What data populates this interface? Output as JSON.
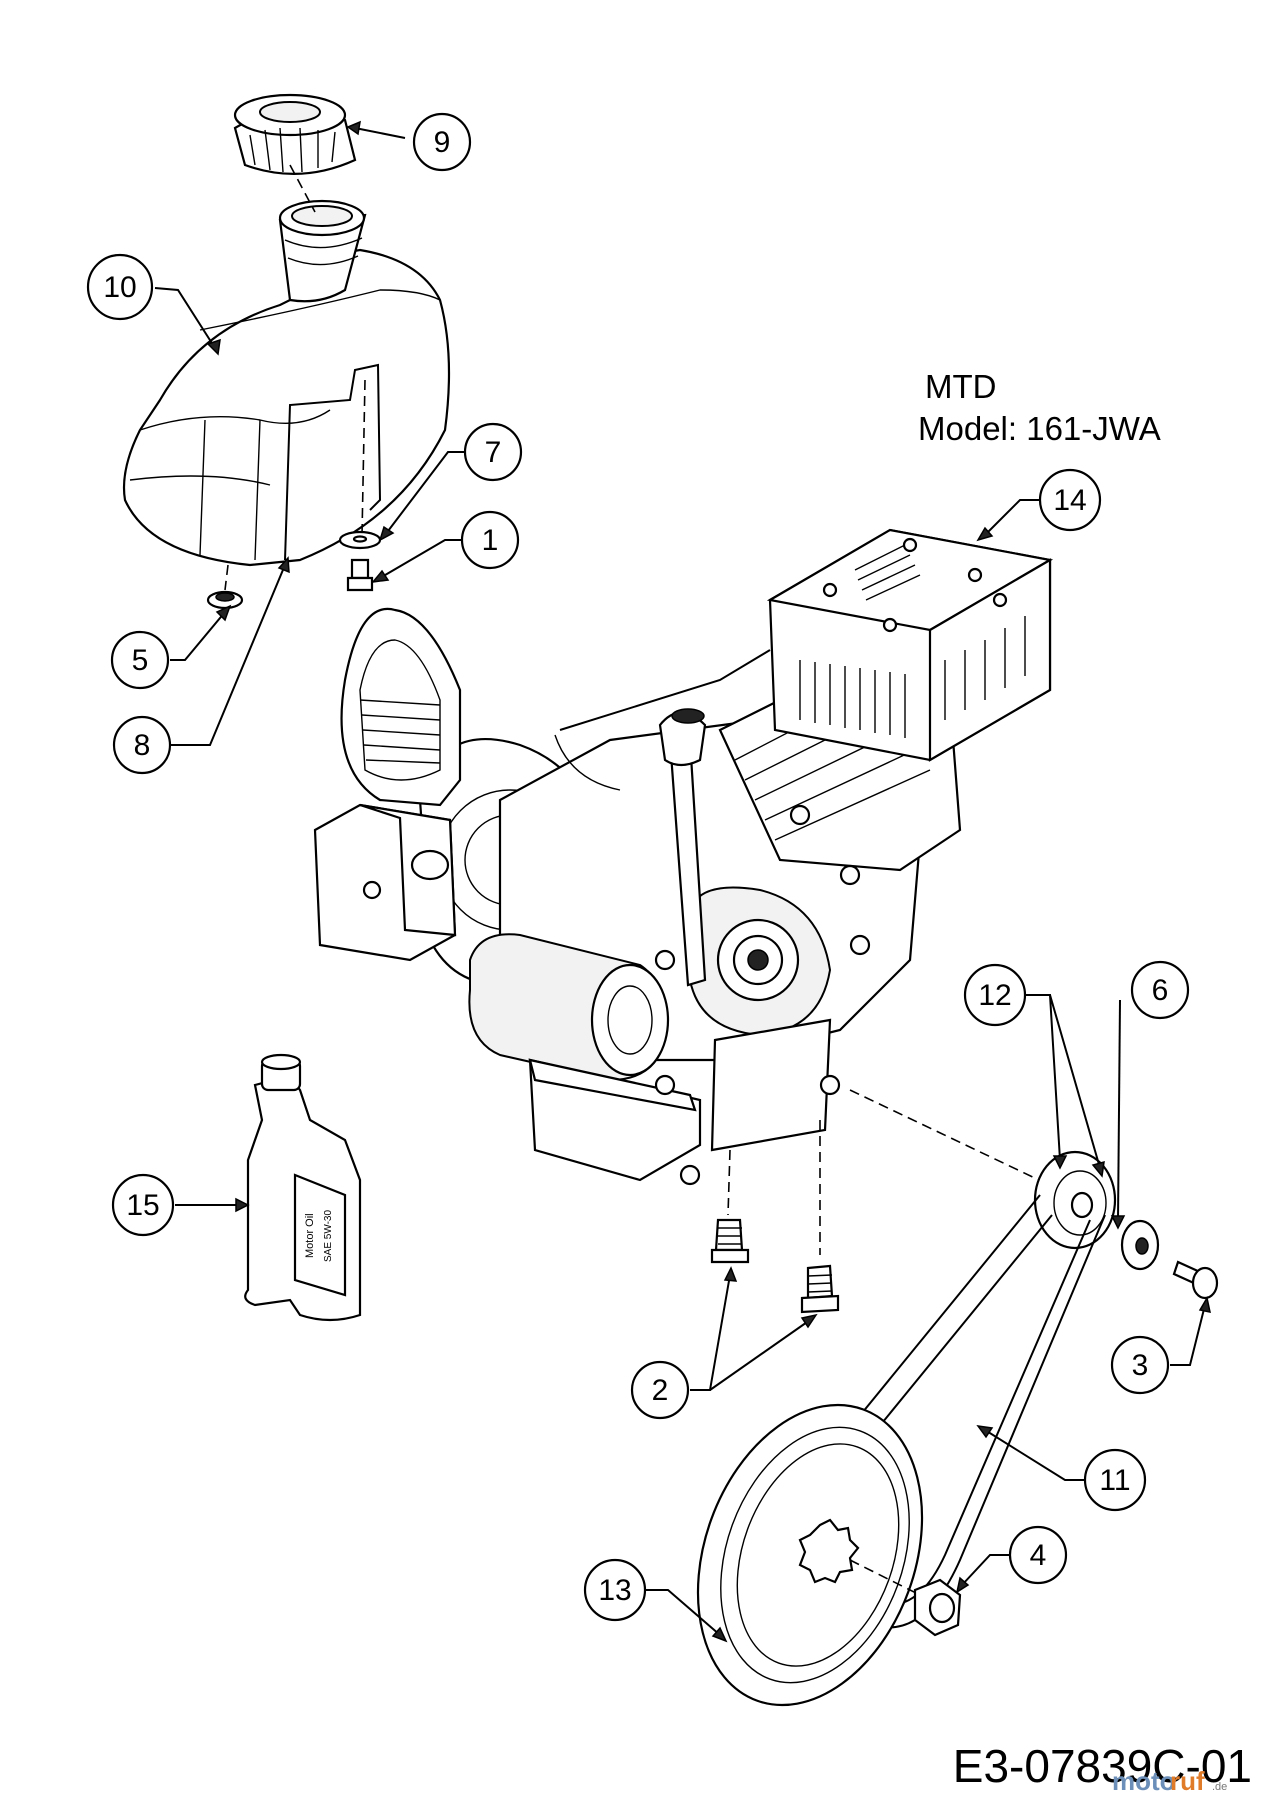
{
  "header": {
    "brand": "MTD",
    "model": "Model: 161-JWA"
  },
  "drawing_number": "E3-07839C-01",
  "watermark": {
    "part1": "moto",
    "part2": "ruf",
    "suffix": ".de"
  },
  "oil_bottle": {
    "label_line1": "Motor Oil",
    "label_line2": "SAE 5W-30"
  },
  "callouts": [
    {
      "id": "c1",
      "number": "1"
    },
    {
      "id": "c2",
      "number": "2"
    },
    {
      "id": "c3",
      "number": "3"
    },
    {
      "id": "c4",
      "number": "4"
    },
    {
      "id": "c5",
      "number": "5"
    },
    {
      "id": "c6",
      "number": "6"
    },
    {
      "id": "c7",
      "number": "7"
    },
    {
      "id": "c8",
      "number": "8"
    },
    {
      "id": "c9",
      "number": "9"
    },
    {
      "id": "c10",
      "number": "10"
    },
    {
      "id": "c11",
      "number": "11"
    },
    {
      "id": "c12",
      "number": "12"
    },
    {
      "id": "c13",
      "number": "13"
    },
    {
      "id": "c14",
      "number": "14"
    },
    {
      "id": "c15",
      "number": "15"
    }
  ]
}
